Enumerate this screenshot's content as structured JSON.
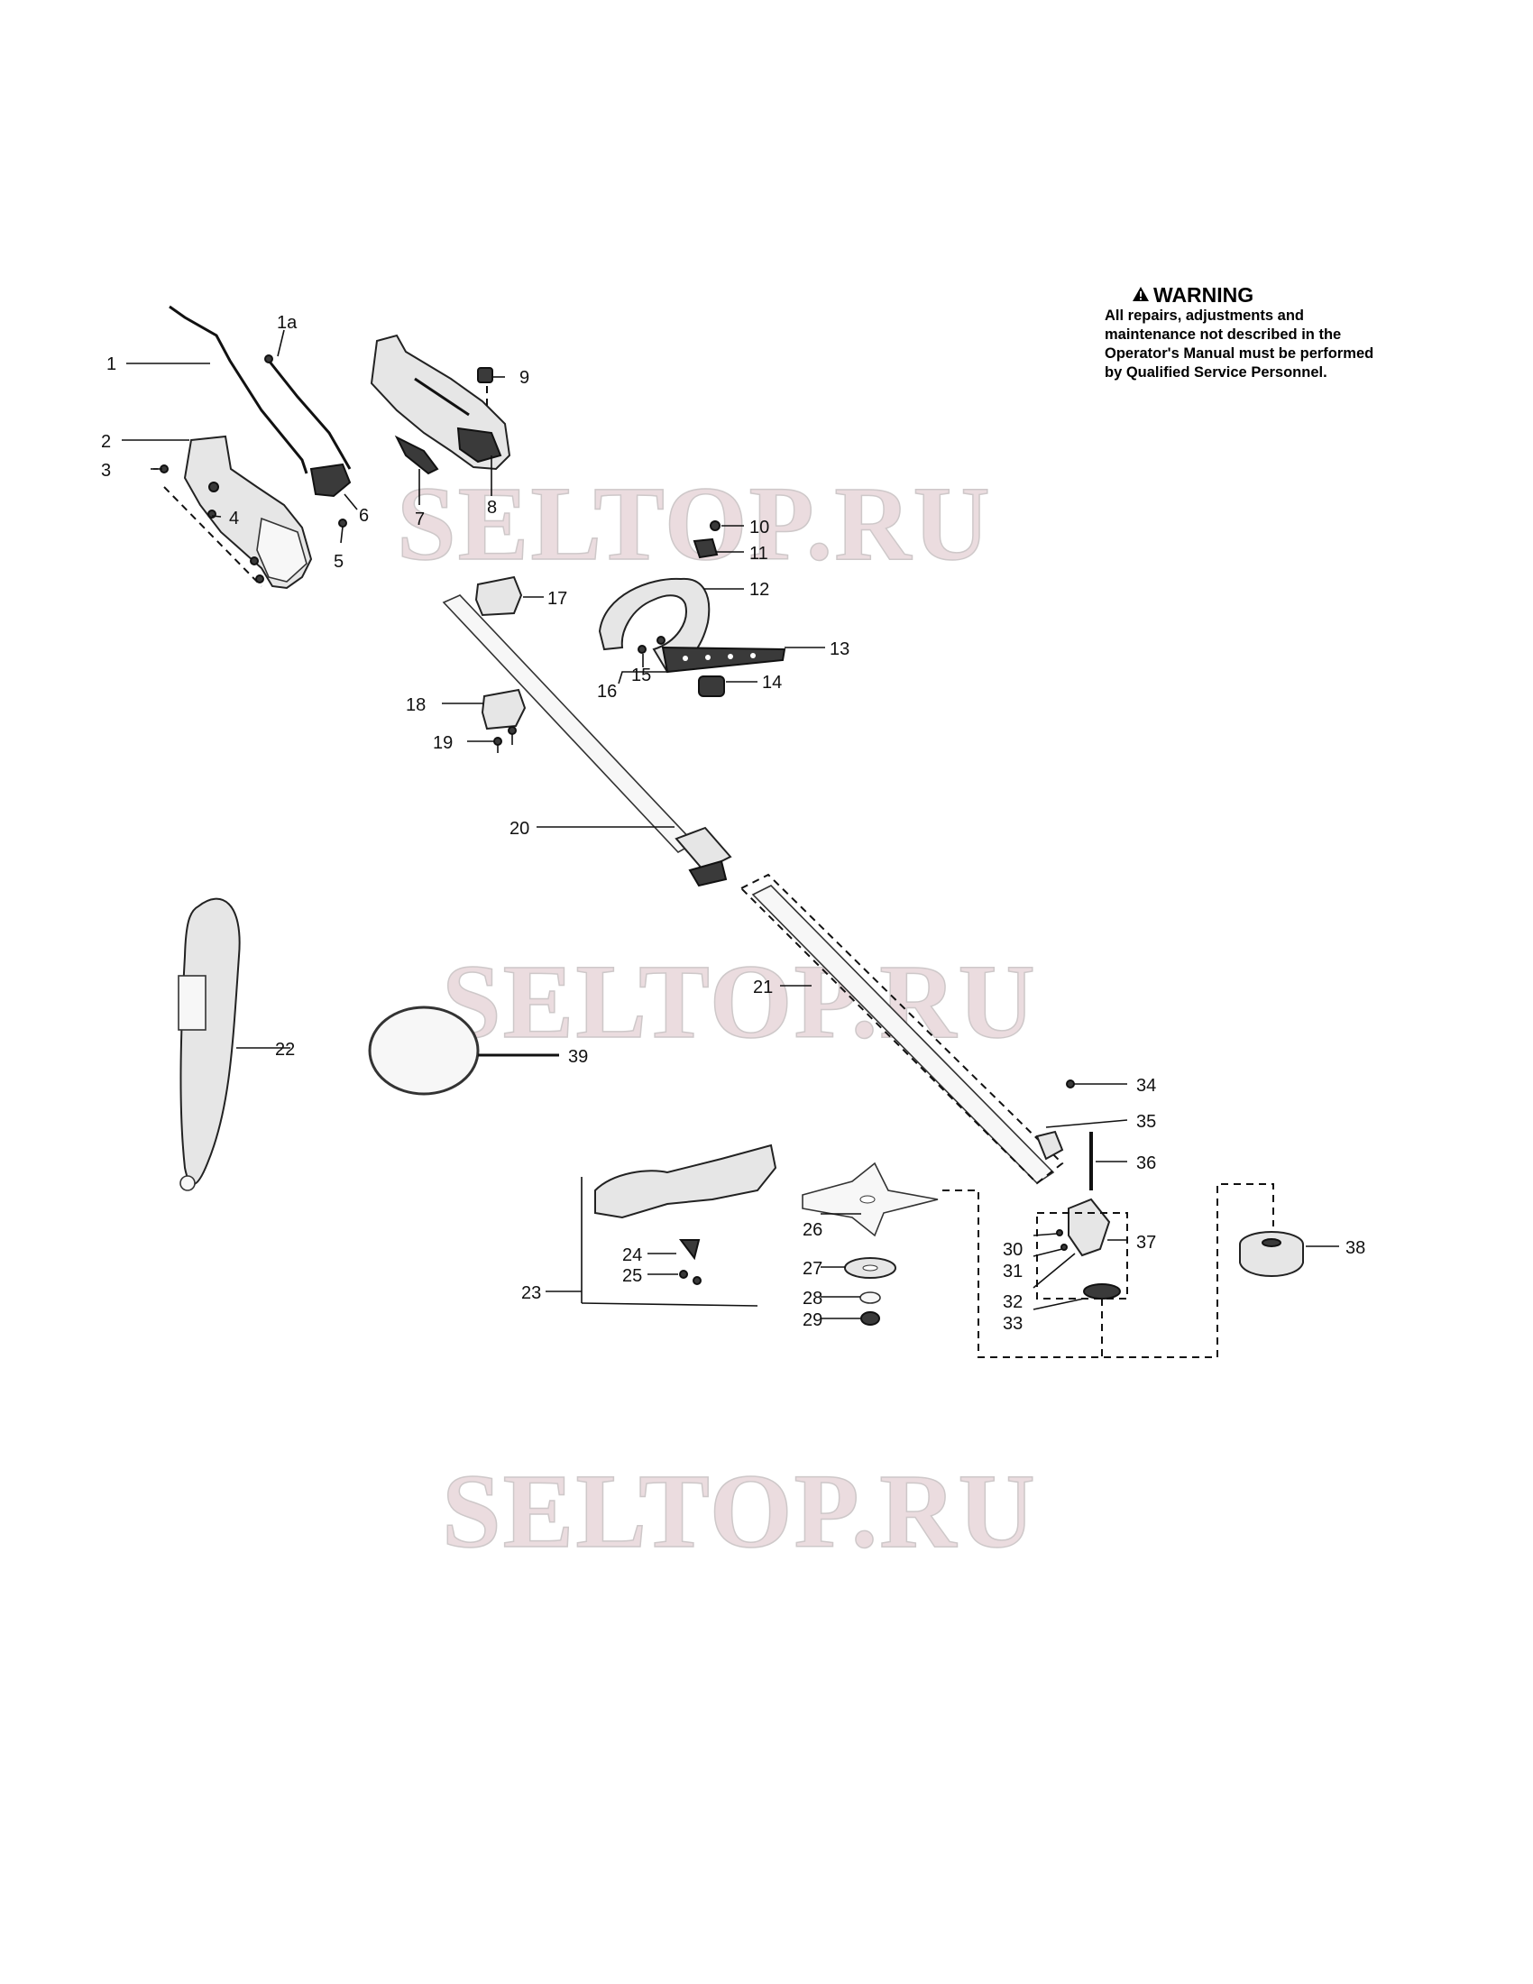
{
  "warning": {
    "title": "WARNING",
    "text": "All repairs, adjustments and maintenance not described in the Operator's Manual must be performed by Qualified Service Personnel."
  },
  "watermark": "SELTOP.RU",
  "labels": {
    "p1": "1",
    "p1a": "1a",
    "p2": "2",
    "p3": "3",
    "p4": "4",
    "p5": "5",
    "p6": "6",
    "p7": "7",
    "p8": "8",
    "p9": "9",
    "p10": "10",
    "p11": "11",
    "p12": "12",
    "p13": "13",
    "p14": "14",
    "p15": "15",
    "p16": "16",
    "p17": "17",
    "p18": "18",
    "p19": "19",
    "p20": "20",
    "p21": "21",
    "p22": "22",
    "p23": "23",
    "p24": "24",
    "p25": "25",
    "p26": "26",
    "p27": "27",
    "p28": "28",
    "p29": "29",
    "p30": "30",
    "p31": "31",
    "p32": "32",
    "p33": "33",
    "p34": "34",
    "p35": "35",
    "p36": "36",
    "p37": "37",
    "p38": "38",
    "p39": "39"
  }
}
